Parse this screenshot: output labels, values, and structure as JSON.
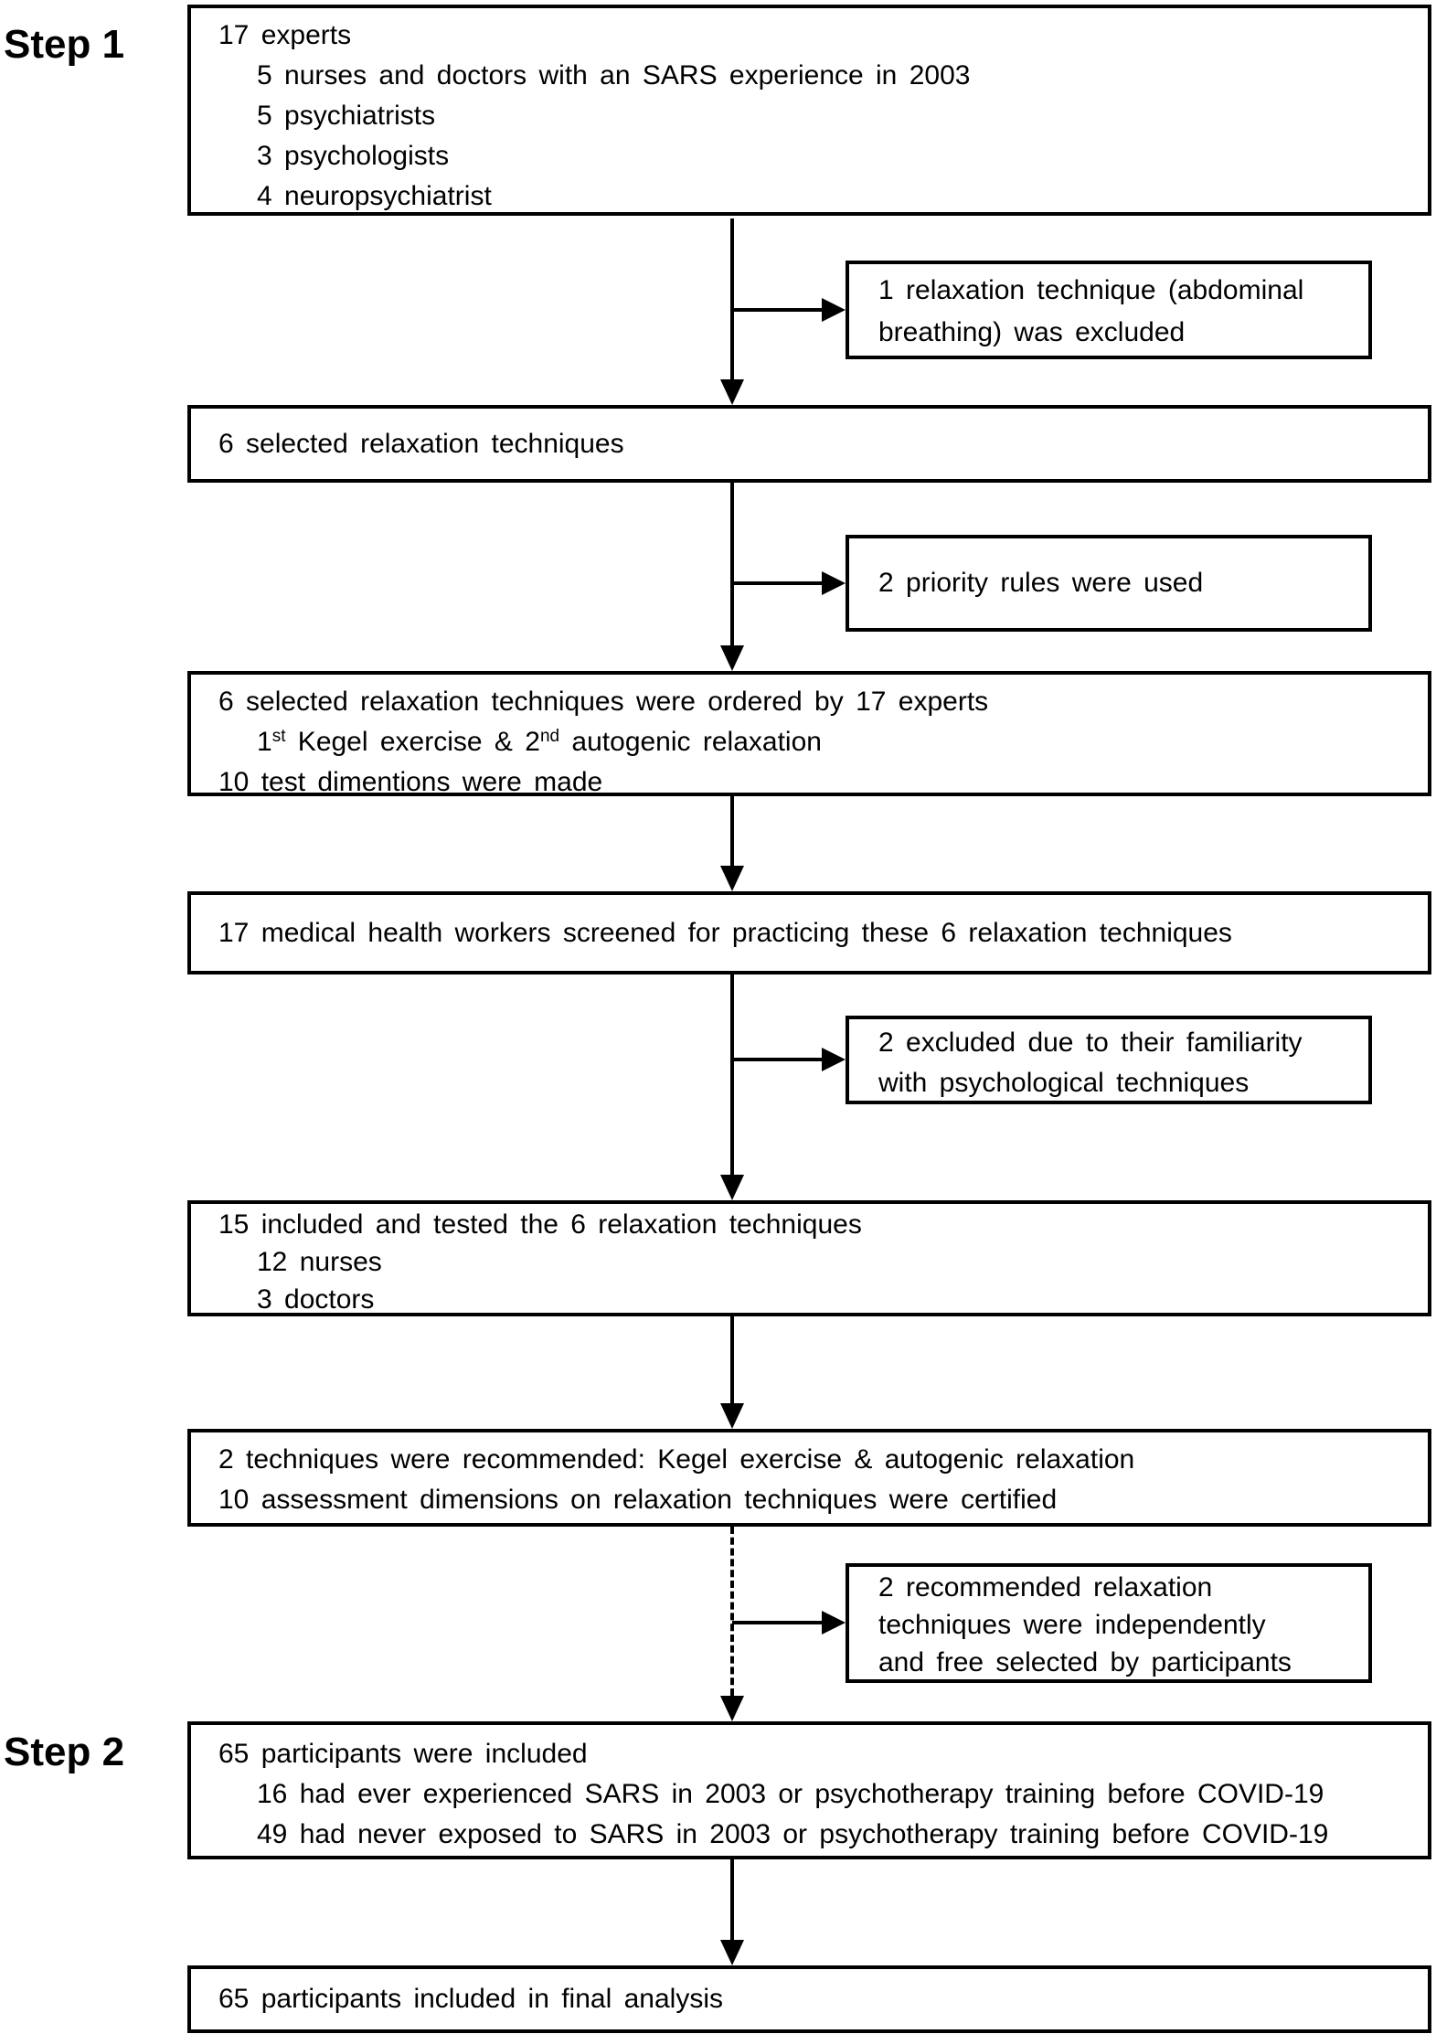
{
  "labels": {
    "step1": "Step 1",
    "step2": "Step 2"
  },
  "boxes": {
    "experts": {
      "line1": "17 experts",
      "line2": "5 nurses and doctors with an SARS experience in 2003",
      "line3": "5 psychiatrists",
      "line4": "3 psychologists",
      "line5": "4 neuropsychiatrist"
    },
    "selected": {
      "line1": "6 selected relaxation techniques"
    },
    "ordered": {
      "line1": "6 selected relaxation techniques were ordered by 17 experts",
      "line2_num1": "1",
      "line2_sup1": "st",
      "line2_mid": " Kegel exercise & 2",
      "line2_sup2": "nd",
      "line2_end": " autogenic relaxation",
      "line3": "10 test dimentions were made"
    },
    "screened": {
      "line1": "17 medical health workers screened for practicing these 6 relaxation techniques"
    },
    "included": {
      "line1": "15 included and tested the 6 relaxation techniques",
      "line2": "12 nurses",
      "line3": "3 doctors"
    },
    "recommended": {
      "line1": "2 techniques were recommended: Kegel exercise & autogenic relaxation",
      "line2": "10 assessment dimensions on relaxation techniques were certified"
    },
    "participants": {
      "line1": "65 participants were included",
      "line2": "16 had ever experienced SARS in 2003 or psychotherapy training before COVID-19",
      "line3": "49 had never exposed to SARS in 2003 or psychotherapy training before COVID-19"
    },
    "final_analysis": {
      "line1": "65 participants included in final analysis"
    }
  },
  "side_boxes": {
    "excluded_technique": {
      "line1": "1 relaxation technique (abdominal",
      "line2": "breathing) was excluded"
    },
    "priority_rules": {
      "line1": "2 priority rules were used"
    },
    "excluded_familiarity": {
      "line1": "2 excluded due to their familiarity",
      "line2": "with psychological techniques"
    },
    "free_selection": {
      "line1": "2 recommended relaxation",
      "line2": "techniques were independently",
      "line3": "and free selected by participants"
    }
  },
  "colors": {
    "line": "#000000",
    "text": "#000000",
    "background": "#ffffff"
  }
}
